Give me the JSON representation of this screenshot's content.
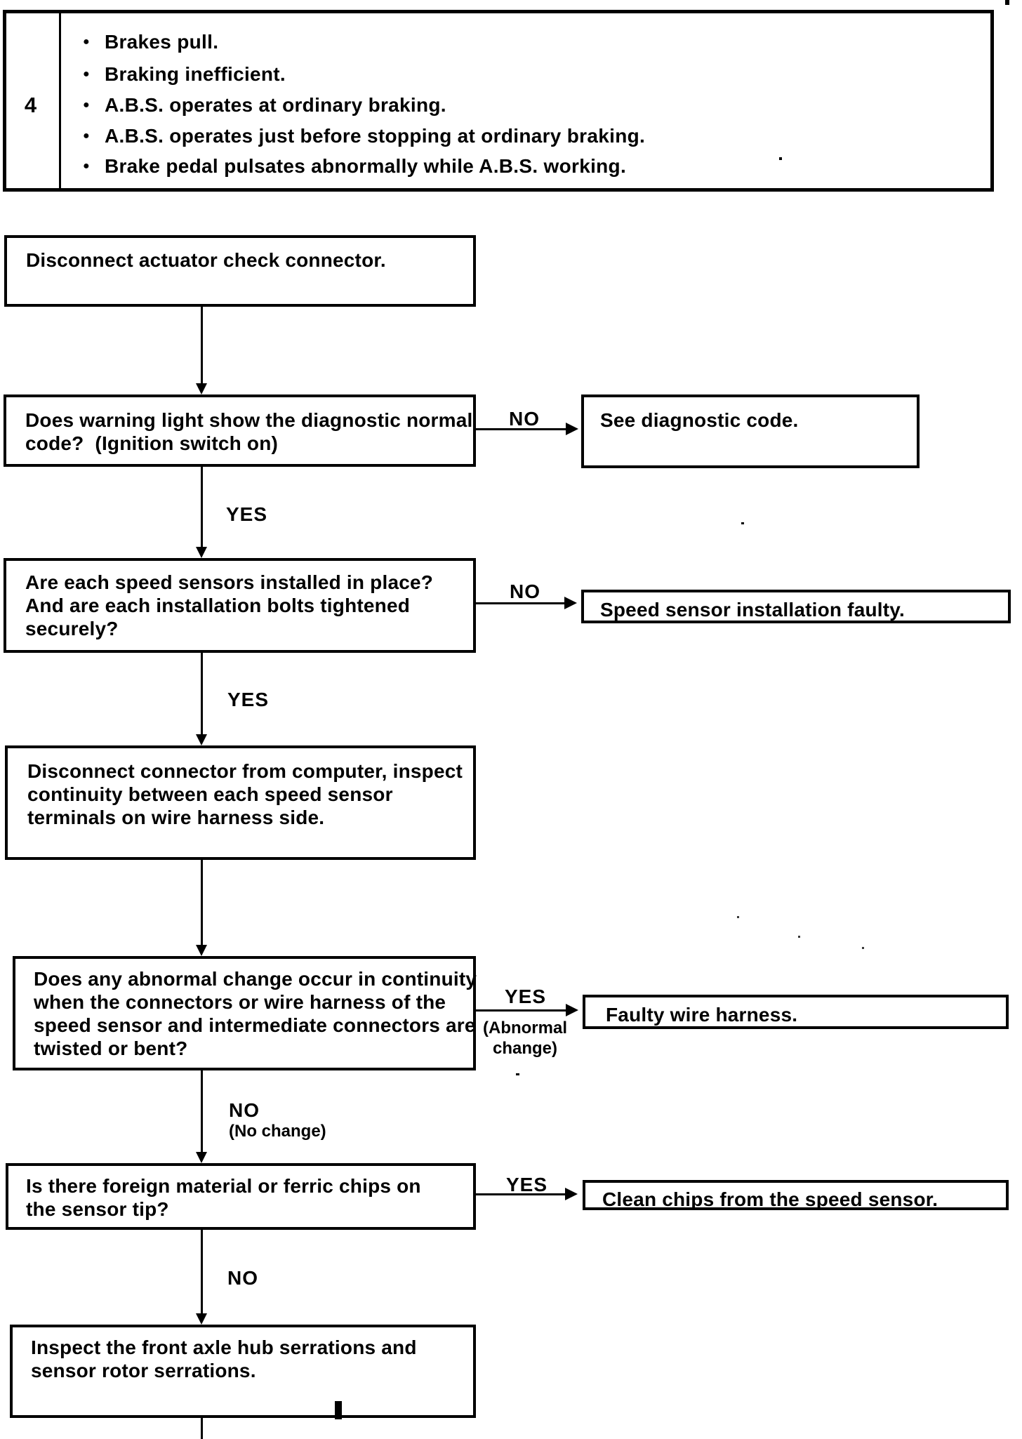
{
  "page": {
    "paper_color": "#ffffff",
    "ink_color": "#000000"
  },
  "symptom_table": {
    "row_number": "4",
    "bullet_icon": "●",
    "symptoms": [
      "Brakes pull.",
      "Braking inefficient.",
      "A.B.S. operates at ordinary braking.",
      "A.B.S. operates just before stopping at ordinary braking.",
      "Brake pedal pulsates abnormally while A.B.S. working."
    ]
  },
  "flowchart": {
    "steps": [
      {
        "id": "step-1",
        "lines": [
          "Disconnect actuator check connector."
        ]
      },
      {
        "id": "step-2",
        "lines": [
          "Does warning light show the diagnostic normal",
          "code?  (Ignition switch on)"
        ]
      },
      {
        "id": "step-3",
        "lines": [
          "Are each speed sensors installed in place?",
          "And are each installation bolts tightened",
          "securely?"
        ]
      },
      {
        "id": "step-4",
        "lines": [
          "Disconnect connector from computer, inspect",
          "continuity between each speed sensor",
          "terminals on wire harness side."
        ]
      },
      {
        "id": "step-5",
        "lines": [
          "Does any abnormal change occur in continuity",
          "when the connectors or wire harness of the",
          "speed sensor and intermediate connectors are",
          "twisted or bent?"
        ]
      },
      {
        "id": "step-6",
        "lines": [
          "Is there foreign material or ferric chips on",
          "the sensor tip?"
        ]
      },
      {
        "id": "step-7",
        "lines": [
          "Inspect the front axle hub serrations and",
          "sensor rotor serrations."
        ]
      }
    ],
    "results": [
      {
        "id": "result-1",
        "text": "See diagnostic code."
      },
      {
        "id": "result-2",
        "text": "Speed sensor installation faulty."
      },
      {
        "id": "result-3",
        "text": "Faulty wire harness."
      },
      {
        "id": "result-4",
        "text": "Clean chips from the speed sensor."
      }
    ],
    "labels": {
      "yes": "YES",
      "no": "NO",
      "abnormal_change_line1": "(Abnormal",
      "abnormal_change_line2": "change)",
      "no_change": "(No change)"
    }
  }
}
